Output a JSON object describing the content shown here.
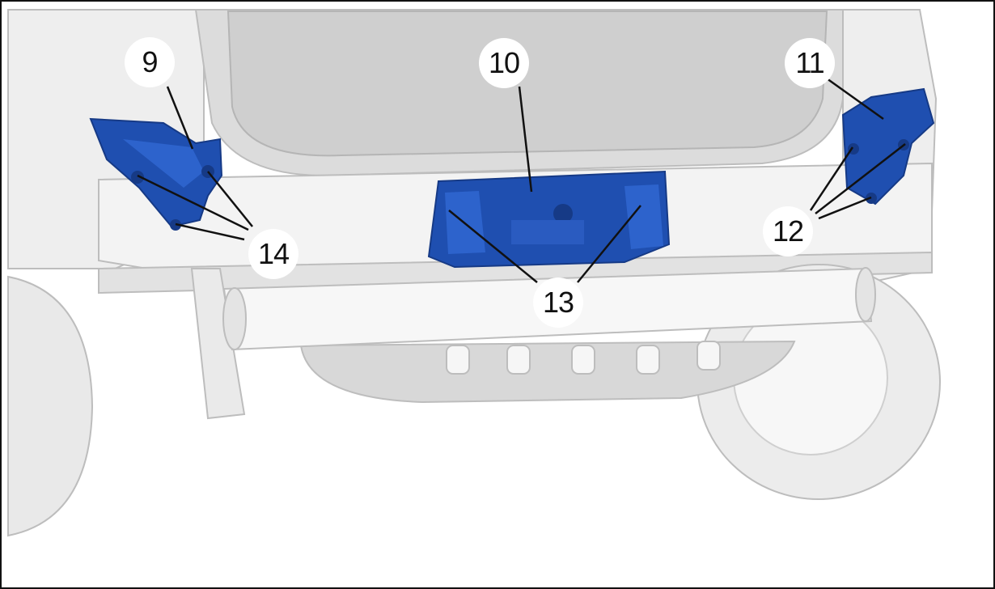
{
  "callouts": {
    "c9": "9",
    "c10": "10",
    "c11": "11",
    "c12": "12",
    "c13": "13",
    "c14": "14"
  },
  "colors": {
    "part_blue": "#1f4fb0",
    "part_blue_dark": "#163a86",
    "body_light": "#f1f1f1",
    "body_line": "#bdbdbd",
    "cavity_gray": "#d6d6d6",
    "leader_line": "#111111"
  }
}
